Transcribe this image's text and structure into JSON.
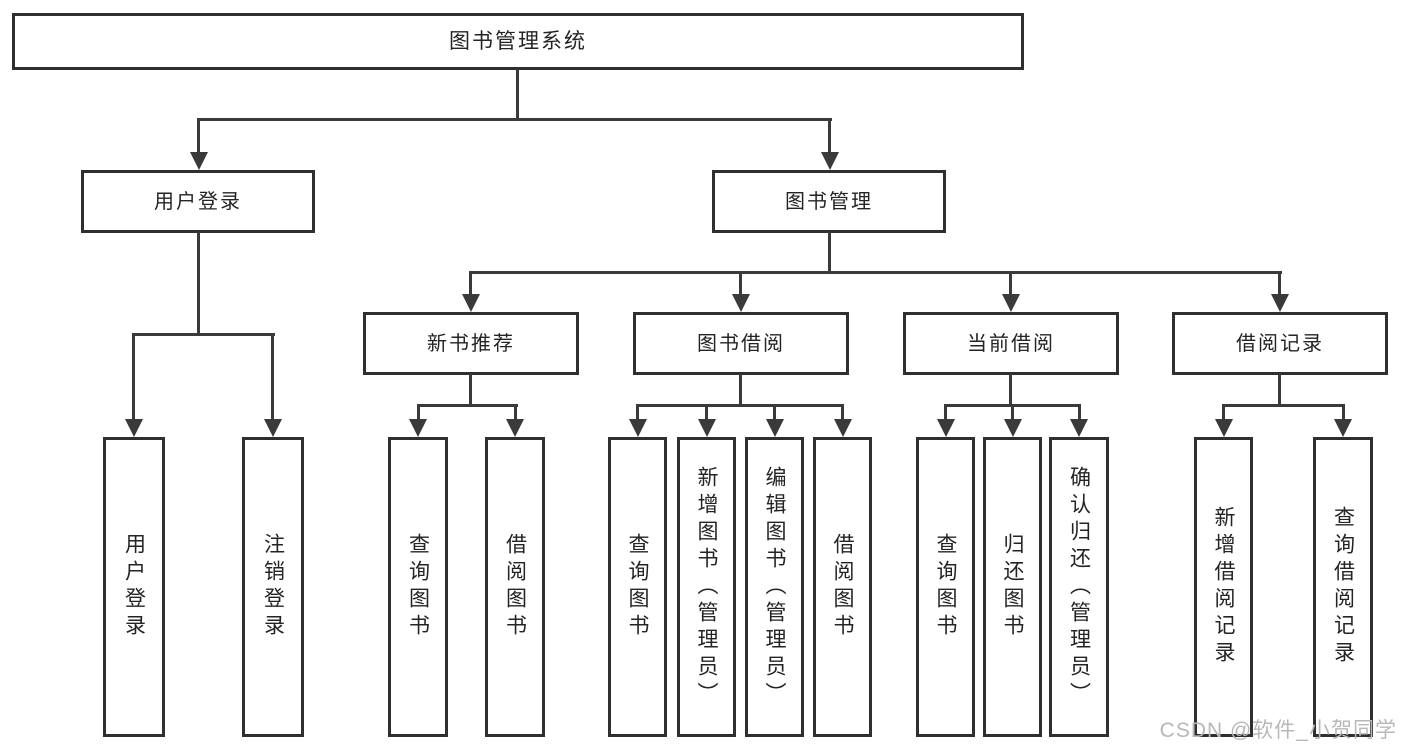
{
  "diagram": {
    "root": {
      "label": "图书管理系统"
    },
    "branches": [
      {
        "label": "用户登录",
        "children": [
          {
            "label": "用户登录"
          },
          {
            "label": "注销登录"
          }
        ]
      },
      {
        "label": "图书管理",
        "children": [
          {
            "label": "新书推荐",
            "children": [
              {
                "label": "查询图书"
              },
              {
                "label": "借阅图书"
              }
            ]
          },
          {
            "label": "图书借阅",
            "children": [
              {
                "label": "查询图书"
              },
              {
                "label": "新增图书（管理员）"
              },
              {
                "label": "编辑图书（管理员）"
              },
              {
                "label": "借阅图书"
              }
            ]
          },
          {
            "label": "当前借阅",
            "children": [
              {
                "label": "查询图书"
              },
              {
                "label": "归还图书"
              },
              {
                "label": "确认归还（管理员）"
              }
            ]
          },
          {
            "label": "借阅记录",
            "children": [
              {
                "label": "新增借阅记录"
              },
              {
                "label": "查询借阅记录"
              }
            ]
          }
        ]
      }
    ]
  },
  "watermark": {
    "text": "CSDN @软件_小贺同学"
  },
  "colors": {
    "line": "#3a3a3a",
    "border": "#2f2f2f",
    "text": "#242424",
    "watermark": "#b8b8b8",
    "background": "#ffffff"
  }
}
